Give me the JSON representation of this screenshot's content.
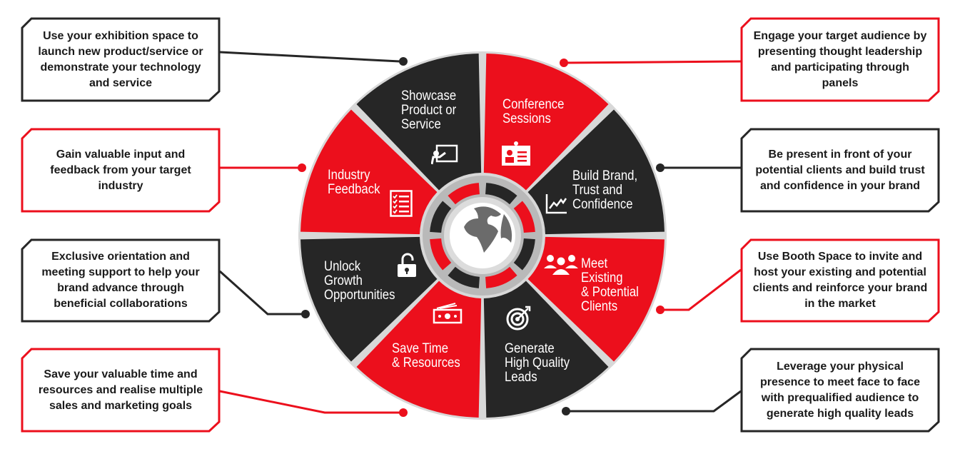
{
  "colors": {
    "red": "#ec0f1c",
    "dark": "#262626",
    "ring": "#b9b9b9",
    "globe": "#6b6b6b"
  },
  "left_boxes": [
    {
      "text": "Use your exhibition space to launch new product/service or demonstrate your technology and service",
      "border": "dark"
    },
    {
      "text": "Gain valuable input and feedback from your target industry",
      "border": "red"
    },
    {
      "text": "Exclusive orientation and meeting support to help your brand advance through beneficial collaborations",
      "border": "dark"
    },
    {
      "text": "Save your valuable time and resources and realise multiple sales and marketing goals",
      "border": "red"
    }
  ],
  "right_boxes": [
    {
      "text": "Engage your target audience by presenting thought leadership and participating through panels",
      "border": "red"
    },
    {
      "text": "Be present in front of your potential clients and build trust and confidence in your brand",
      "border": "dark"
    },
    {
      "text": "Use Booth Space to invite and host your existing and potential clients and reinforce your brand in the market",
      "border": "red"
    },
    {
      "text": "Leverage your physical presence to meet face to face with prequalified audience to generate high quality leads",
      "border": "dark"
    }
  ],
  "segments": [
    {
      "label": "Showcase\nProduct or\nService",
      "color": "dark",
      "icon": "presentation-board-icon"
    },
    {
      "label": "Conference\nSessions",
      "color": "red",
      "icon": "id-badge-icon"
    },
    {
      "label": "Build Brand,\nTrust and\nConfidence",
      "color": "dark",
      "icon": "growth-chart-icon"
    },
    {
      "label": "Meet\nExisting\n& Potential\nClients",
      "color": "red",
      "icon": "people-group-icon"
    },
    {
      "label": "Generate\nHigh Quality\nLeads",
      "color": "dark",
      "icon": "target-icon"
    },
    {
      "label": "Save Time\n& Resources",
      "color": "red",
      "icon": "money-icon"
    },
    {
      "label": "Unlock\nGrowth\nOpportunities",
      "color": "dark",
      "icon": "unlock-icon"
    },
    {
      "label": "Industry\nFeedback",
      "color": "red",
      "icon": "checklist-icon"
    }
  ]
}
